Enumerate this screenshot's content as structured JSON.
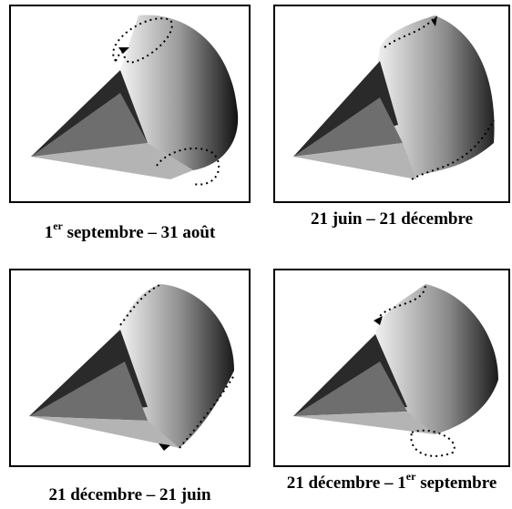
{
  "panels": [
    {
      "caption": {
        "pre": "1",
        "sup": "er",
        "post": " septembre – 31 août"
      }
    },
    {
      "caption": {
        "pre": "21 juin – 21 décembre",
        "sup": "",
        "post": ""
      }
    },
    {
      "caption": {
        "pre": "21 décembre – 21 juin",
        "sup": "",
        "post": ""
      }
    },
    {
      "caption": {
        "pre": "21 décembre – 1",
        "sup": "er",
        "post": " septembre"
      }
    }
  ],
  "colors": {
    "frame": "#000000",
    "dark": "#2a2a2a",
    "mid": "#6e6e6e",
    "light": "#b4b4b4",
    "path": "#000000"
  }
}
